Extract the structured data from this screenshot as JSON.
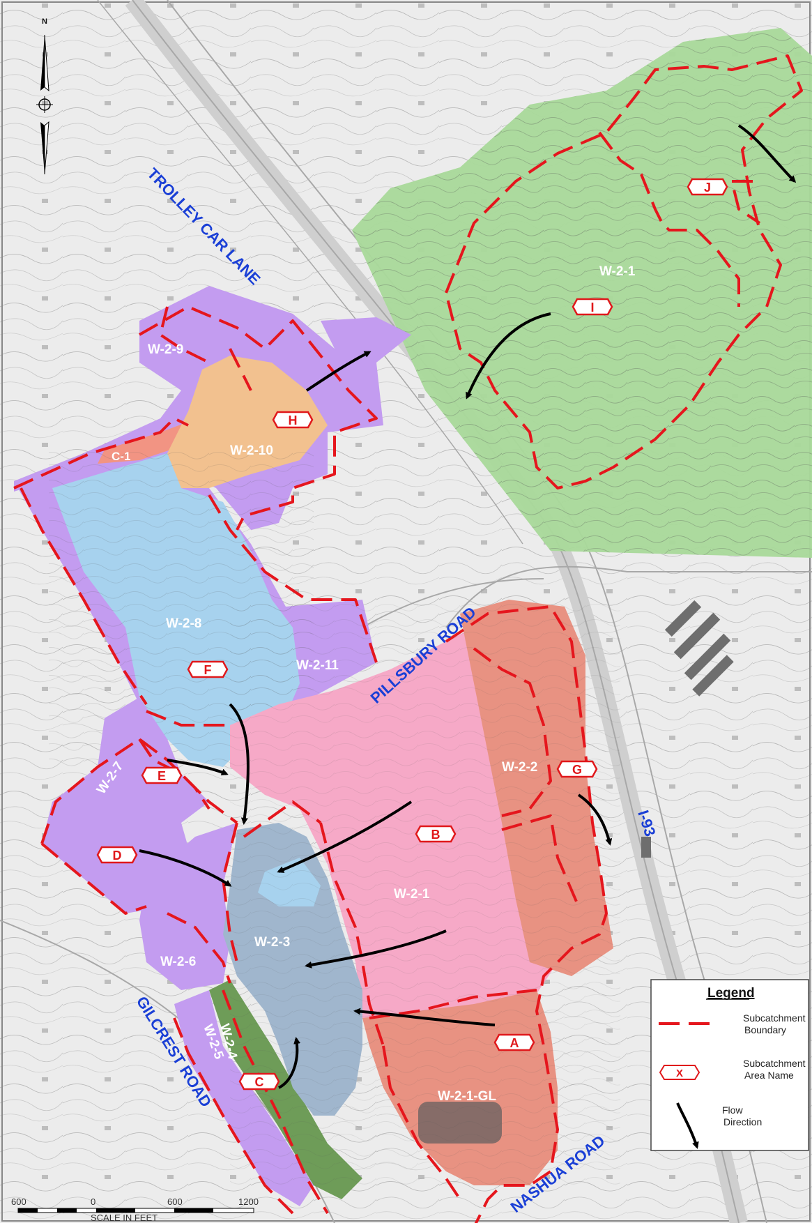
{
  "north": {
    "label": "N"
  },
  "roads": {
    "trolley_car_lane": "TROLLEY CAR LANE",
    "pillsbury_road": "PILLSBURY ROAD",
    "gilcrest_road": "GILCREST ROAD",
    "nashua_road": "NASHUA ROAD",
    "i93": "I-93"
  },
  "subcatchments": {
    "w21_north": "W-2-1",
    "w29": "W-2-9",
    "w210": "W-2-10",
    "c1": "C-1",
    "w28": "W-2-8",
    "w211": "W-2-11",
    "w22": "W-2-2",
    "w27": "W-2-7",
    "w21_south": "W-2-1",
    "w23": "W-2-3",
    "w26": "W-2-6",
    "w24": "W-2-4",
    "w25": "W-2-5",
    "w21gl": "W-2-1-GL"
  },
  "area_tags": {
    "j": "J",
    "i": "I",
    "h": "H",
    "f": "F",
    "e": "E",
    "g": "G",
    "b": "B",
    "d": "D",
    "a": "A",
    "c": "C"
  },
  "legend": {
    "title": "Legend",
    "boundary_line1": "Subcatchment",
    "boundary_line2": "Boundary",
    "tag_sample": "X",
    "name_line1": "Subcatchment",
    "name_line2": "Area Name",
    "flow_line1": "Flow",
    "flow_line2": "Direction"
  },
  "scale": {
    "ticks": [
      "600",
      "0",
      "600",
      "1200"
    ],
    "caption": "SCALE IN FEET"
  },
  "colors": {
    "green": "#a9d99a",
    "purple": "#c39cf0",
    "blue": "#a7d2ee",
    "orange": "#f2c18f",
    "pink": "#f6a9c7",
    "salmon": "#e89282",
    "slate": "#a0b6cd",
    "dark_green": "#6e9c58",
    "boundary": "#e5161d",
    "road_label": "#1a3fd6"
  }
}
